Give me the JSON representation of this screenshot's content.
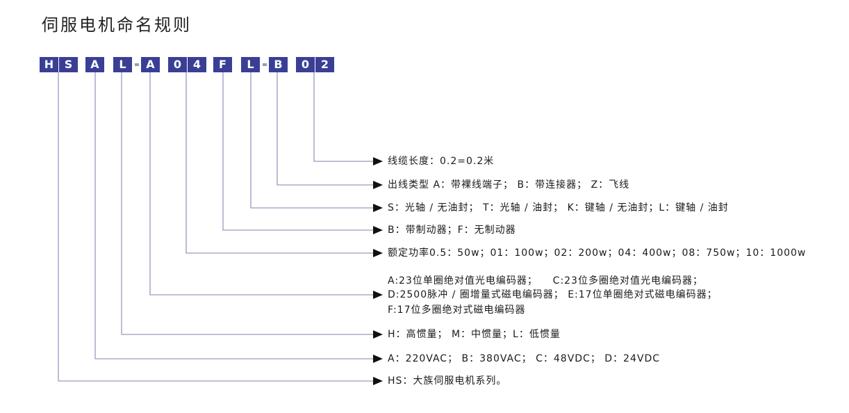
{
  "title": "伺服电机命名规则",
  "code_boxes": [
    {
      "text": "H",
      "key": "hs"
    },
    {
      "text": "S",
      "key": "hs"
    },
    {
      "text": "A",
      "key": "voltage"
    },
    {
      "text": "L",
      "key": "inertia"
    },
    {
      "text": "A",
      "key": "encoder"
    },
    {
      "text": "0",
      "key": "power"
    },
    {
      "text": "4",
      "key": "power"
    },
    {
      "text": "F",
      "key": "brake"
    },
    {
      "text": "L",
      "key": "shaft"
    },
    {
      "text": "B",
      "key": "outlet"
    },
    {
      "text": "0",
      "key": "cable"
    },
    {
      "text": "2",
      "key": "cable"
    }
  ],
  "descriptions": {
    "cable": "线缆长度：0.2=0.2米",
    "outlet": "出线类型 A：带裸线端子； B：带连接器； Z：飞线",
    "shaft": "S：光轴 / 无油封； T：光轴 / 油封； K：键轴 / 无油封；L：键轴 / 油封",
    "brake": "B：带制动器；F：无制动器",
    "power": "额定功率0.5：50w；01：100w；02：200w；04：400w；08：750w；10：1000w",
    "encoder_1": "A:23位单圈绝对值光电编码器；    C:23位多圈绝对值光电编码器；",
    "encoder_2": "D:2500脉冲 / 圈增量式磁电编码器； E:17位单圈绝对式磁电编码器；",
    "encoder_3": "F:17位多圈绝对式磁电编码器",
    "inertia": "H：高惯量； M：中惯量；L：低惯量",
    "voltage": "A：220VAC； B：380VAC； C：48VDC； D：24VDC",
    "hs": "HS：大族伺服电机系列。"
  },
  "colors": {
    "box": "#3a3f96",
    "line": "#9d96bf"
  }
}
